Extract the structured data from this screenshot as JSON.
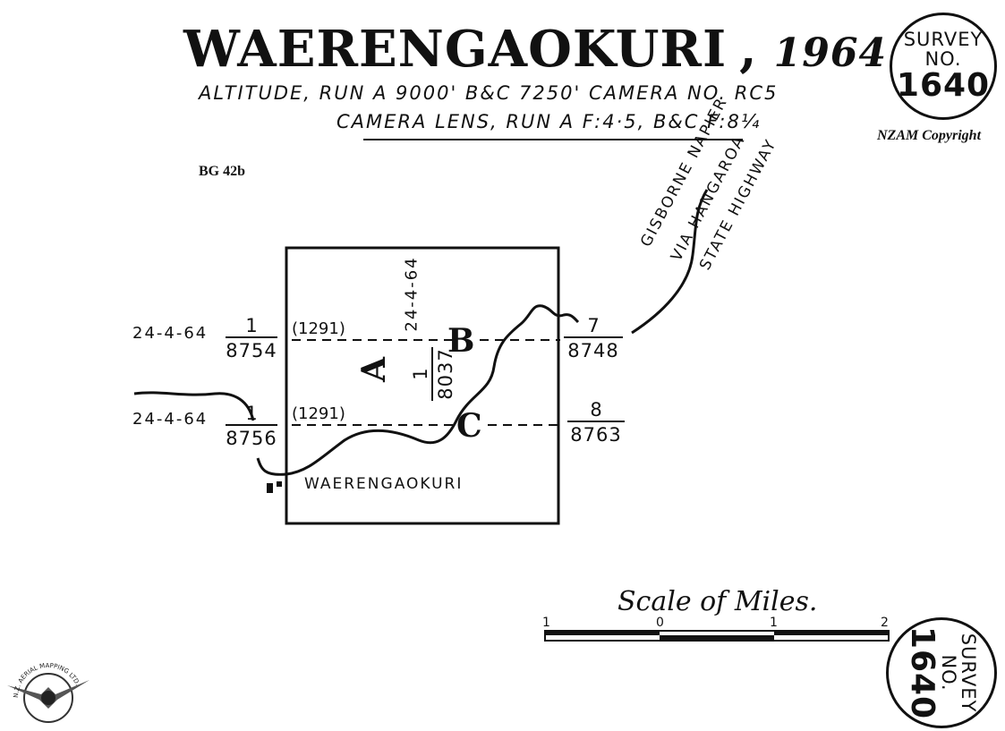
{
  "header": {
    "title": "WAERENGAOKURI",
    "separator": ",",
    "year": "1964",
    "line1": "ALTITUDE, RUN A 9000' B&C 7250'  CAMERA NO. RC5",
    "line2": "CAMERA LENS, RUN A F:4·5, B&C F:8¼",
    "sheet_ref": "BG 42b",
    "copyright": "NZAM Copyright"
  },
  "stamp": {
    "line1": "SURVEY",
    "line2": "NO.",
    "number": "1640"
  },
  "map": {
    "run_a": {
      "label": "A",
      "date": "24-4-64",
      "frac_num": "1",
      "frac_den": "8037"
    },
    "run_b": {
      "label": "B",
      "left_date": "24-4-64",
      "left_num": "1",
      "left_den": "8754",
      "paren": "(1291)",
      "right_num": "7",
      "right_den": "8748"
    },
    "run_c": {
      "label": "C",
      "left_date": "24-4-64",
      "left_num": "1",
      "left_den": "8756",
      "paren": "(1291)",
      "right_num": "8",
      "right_den": "8763"
    },
    "place_label": "WAERENGAOKURI",
    "road_label_1": "GISBORNE NAPIER",
    "road_label_2": "VIA HANGAROA",
    "road_label_3": "STATE HIGHWAY"
  },
  "scale": {
    "title": "Scale of Miles.",
    "ticks": [
      "1",
      "0",
      "1",
      "2"
    ]
  },
  "logo": {
    "text": "N.Z. AERIAL MAPPING LTD."
  }
}
